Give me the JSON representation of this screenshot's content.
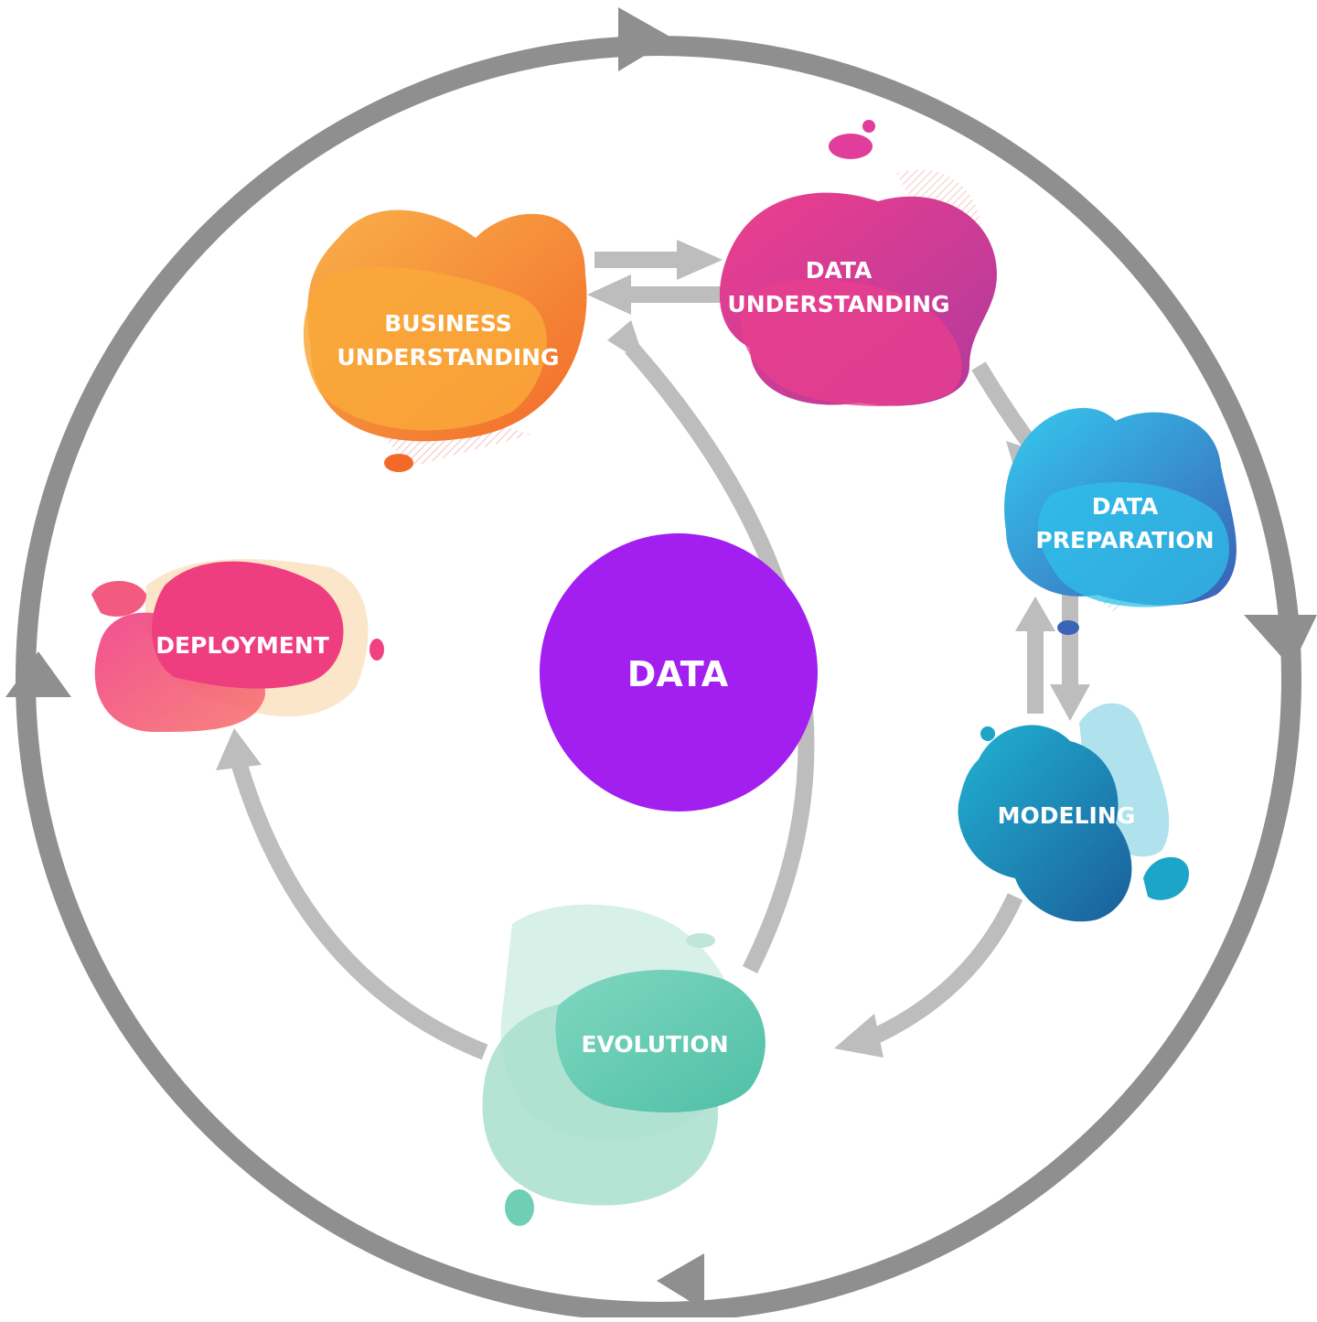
{
  "center": {
    "label": "DATA",
    "color": "#a21ff0"
  },
  "stages": [
    {
      "id": "business",
      "lines": [
        "BUSINESS",
        "UNDERSTANDING"
      ],
      "colorA": "#f7a531",
      "colorB": "#f16a2a"
    },
    {
      "id": "data-understanding",
      "lines": [
        "DATA",
        "UNDERSTANDING"
      ],
      "colorA": "#e13d9a",
      "colorB": "#b23a9b"
    },
    {
      "id": "data-preparation",
      "lines": [
        "DATA",
        "PREPARATION"
      ],
      "colorA": "#2cc2ea",
      "colorB": "#3a64b8"
    },
    {
      "id": "modeling",
      "lines": [
        "MODELING"
      ],
      "colorA": "#1da5c8",
      "colorB": "#1a5f9a"
    },
    {
      "id": "evolution",
      "lines": [
        "EVOLUTION"
      ],
      "colorA": "#6fcfb6",
      "colorB": "#bfe6d9"
    },
    {
      "id": "deployment",
      "lines": [
        "DEPLOYMENT"
      ],
      "colorA": "#f0427f",
      "colorB": "#f86a83"
    }
  ],
  "arrow_color": "#8f8f8f",
  "inner_arrow_color": "#bdbdbd"
}
